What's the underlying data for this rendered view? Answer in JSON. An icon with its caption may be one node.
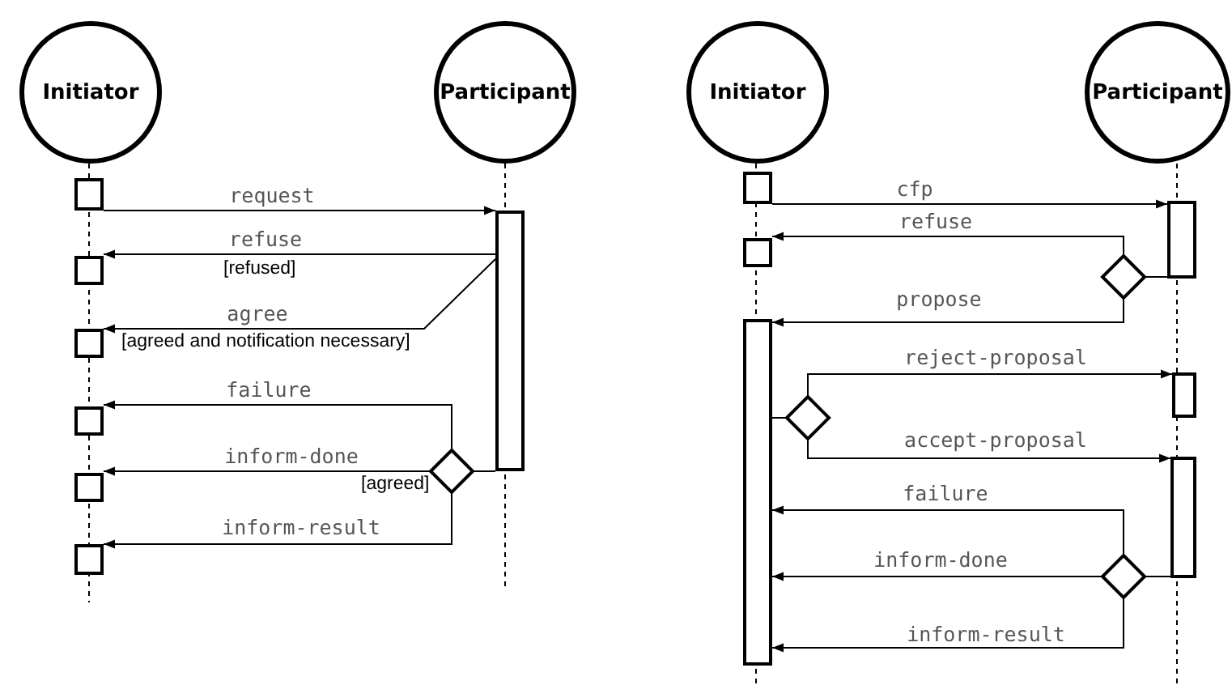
{
  "diagram": {
    "nodes": [
      {
        "text": [
          "Initiator"
        ]
      },
      {
        "text": [
          "Participant"
        ]
      },
      {
        "text": [],
        "shape": "box"
      },
      {
        "text": [],
        "shape": "box"
      },
      {
        "text": [],
        "shape": "box"
      },
      {
        "text": [],
        "shape": "box"
      },
      {
        "text": [],
        "shape": "box"
      },
      {
        "text": [],
        "shape": "box"
      },
      {
        "text": [],
        "shape": "bar"
      },
      {
        "text": [],
        "shape": "diamond"
      },
      {
        "text": [
          "Initiator"
        ]
      },
      {
        "text": [
          "Participant"
        ]
      },
      {
        "text": [],
        "shape": "box"
      },
      {
        "text": [],
        "shape": "bar"
      },
      {
        "text": [],
        "shape": "diamond"
      },
      {
        "text": [],
        "shape": "box"
      },
      {
        "text": [],
        "shape": "bar"
      },
      {
        "text": [],
        "shape": "diamond"
      },
      {
        "text": [],
        "shape": "box"
      },
      {
        "text": [],
        "shape": "bar"
      },
      {
        "text": [],
        "shape": "diamond"
      }
    ],
    "edges": [
      {
        "from": 2,
        "to": 8,
        "arrow": "to",
        "label": "request"
      },
      {
        "from": 8,
        "to": 3,
        "arrow": "to",
        "label": "refuse"
      },
      {
        "from": 8,
        "to": 4,
        "arrow": "to",
        "label": "agree"
      },
      {
        "from": 8,
        "to": 9,
        "arrow": "none"
      },
      {
        "from": 9,
        "to": 5,
        "arrow": "to",
        "label": "failure"
      },
      {
        "from": 9,
        "to": 6,
        "arrow": "to",
        "label": "inform-done"
      },
      {
        "from": 9,
        "to": 7,
        "arrow": "to",
        "label": "inform-result"
      },
      {
        "from": 12,
        "to": 13,
        "arrow": "to",
        "label": "cfp"
      },
      {
        "from": 13,
        "to": 14,
        "arrow": "none"
      },
      {
        "from": 14,
        "to": 15,
        "arrow": "to",
        "label": "refuse"
      },
      {
        "from": 14,
        "to": 16,
        "arrow": "to",
        "label": "propose"
      },
      {
        "from": 16,
        "to": 17,
        "arrow": "none"
      },
      {
        "from": 17,
        "to": 18,
        "arrow": "to",
        "label": "reject-proposal"
      },
      {
        "from": 17,
        "to": 19,
        "arrow": "to",
        "label": "accept-proposal"
      },
      {
        "from": 19,
        "to": 20,
        "arrow": "none"
      },
      {
        "from": 20,
        "to": 16,
        "arrow": "to",
        "label": "failure"
      },
      {
        "from": 20,
        "to": 16,
        "arrow": "to",
        "label": "inform-done"
      },
      {
        "from": 20,
        "to": 16,
        "arrow": "to",
        "label": "inform-result"
      }
    ],
    "labels": [
      "[refused]",
      "[agreed and notification necessary]",
      "[agreed]"
    ]
  }
}
